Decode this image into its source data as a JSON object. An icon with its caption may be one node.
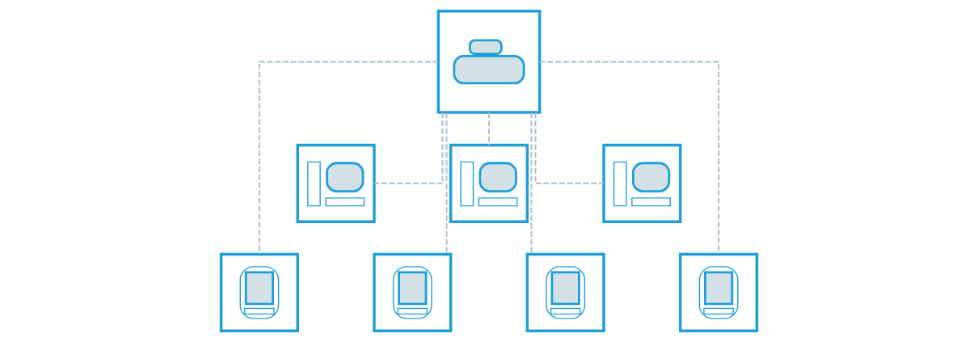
{
  "diagram": {
    "nodes": [
      {
        "text": [],
        "shape": "picture"
      },
      {
        "text": [],
        "shape": "picture"
      },
      {
        "text": [],
        "shape": "picture"
      },
      {
        "text": [],
        "shape": "picture"
      },
      {
        "text": [],
        "shape": "picture"
      },
      {
        "text": [],
        "shape": "picture"
      },
      {
        "text": [],
        "shape": "picture"
      },
      {
        "text": [],
        "shape": "picture"
      }
    ],
    "edges": [
      {
        "from": 0,
        "to": 4,
        "arrow": "none",
        "style": "dashed"
      },
      {
        "from": 0,
        "to": 1,
        "arrow": "none",
        "style": "dashed"
      },
      {
        "from": 0,
        "to": 5,
        "arrow": "none",
        "style": "dashed"
      },
      {
        "from": 0,
        "to": 2,
        "arrow": "none",
        "style": "dashed"
      },
      {
        "from": 0,
        "to": 6,
        "arrow": "none",
        "style": "dashed"
      },
      {
        "from": 0,
        "to": 3,
        "arrow": "none",
        "style": "dashed"
      },
      {
        "from": 0,
        "to": 7,
        "arrow": "none",
        "style": "dashed"
      }
    ]
  }
}
